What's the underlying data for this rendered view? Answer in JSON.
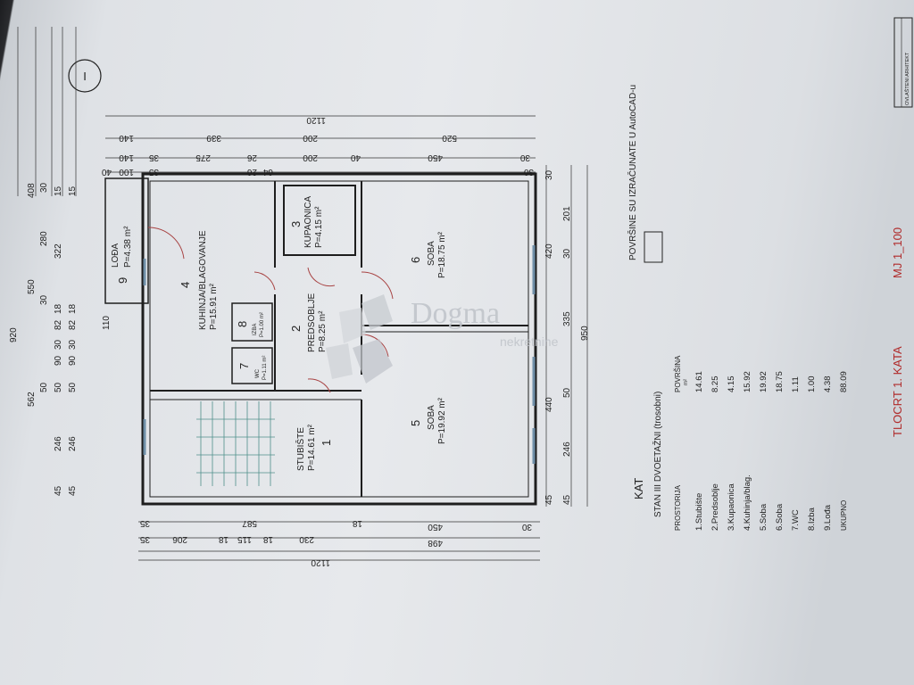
{
  "north_mark": "I",
  "dims_top": {
    "row1": [
      "920"
    ],
    "row2": [
      "562",
      "550",
      "408"
    ],
    "row3": [
      "50",
      "30",
      "280",
      "30"
    ],
    "row4": [
      "45",
      "246",
      "50",
      "90",
      "30",
      "82",
      "18",
      "322",
      "15"
    ],
    "row5": [
      "45",
      "246",
      "50",
      "90",
      "30",
      "82",
      "18",
      "110",
      "15"
    ]
  },
  "dims_bottom": {
    "row1": [
      "45",
      "45",
      "246",
      "50",
      "440",
      "335",
      "201",
      "30"
    ],
    "row2": [
      "420",
      "30",
      "950"
    ]
  },
  "dims_left": {
    "row1": [
      "1120"
    ],
    "row2": [
      "140",
      "339",
      "200",
      "520"
    ],
    "row3": [
      "140",
      "35",
      "275",
      "26",
      "200",
      "450",
      "30"
    ],
    "row4": [
      "35",
      "100",
      "40",
      "26",
      "64",
      "40"
    ],
    "row5": [
      "30"
    ]
  },
  "dims_right": {
    "row1": [
      "35",
      "587",
      "18",
      "30"
    ],
    "row2": [
      "35",
      "206",
      "18",
      "115",
      "18",
      "230",
      "450"
    ],
    "row3": [
      "498"
    ],
    "row4": [
      "1120"
    ]
  },
  "rooms": [
    {
      "num": "9",
      "name": "LOĐA",
      "area": "P=4.38 m²"
    },
    {
      "num": "4",
      "name": "KUHINJA/BLAGOVANJE",
      "area": "P=15.91 m²"
    },
    {
      "num": "3",
      "name": "KUPAONICA",
      "area": "P=4.15 m²"
    },
    {
      "num": "6",
      "name": "SOBA",
      "area": "P=18.75 m²"
    },
    {
      "num": "8",
      "name": "IZBA",
      "area": "P=1.00 m²"
    },
    {
      "num": "2",
      "name": "PREDSOBLJE",
      "area": "P=8.25 m²"
    },
    {
      "num": "7",
      "name": "WC",
      "area": "P=1.11 m²"
    },
    {
      "num": "5",
      "name": "SOBA",
      "area": "P=19.92 m²"
    },
    {
      "num": "1",
      "name": "STUBIŠTE",
      "area": "P=14.61 m²"
    }
  ],
  "watermark": {
    "brand": "Dogma",
    "sub": "nekretnine"
  },
  "legend": {
    "title": "KAT",
    "subtitle": "STAN III  DVOETAŽNI   (trosobni)",
    "col_room": "PROSTORIJA",
    "col_area": "POVRŠINA",
    "col_area_unit": "m²",
    "rows": [
      {
        "room": "1.Stubište",
        "area": "14.61"
      },
      {
        "room": "2.Predsoblje",
        "area": "8.25"
      },
      {
        "room": "3.Kupaonica",
        "area": "4.15"
      },
      {
        "room": "4.Kuhinja/blag.",
        "area": "15.92"
      },
      {
        "room": "5.Soba",
        "area": "19.92"
      },
      {
        "room": "6.Soba",
        "area": "18.75"
      },
      {
        "room": "7.WC",
        "area": "1.11"
      },
      {
        "room": "8.Izba",
        "area": "1.00"
      },
      {
        "room": "9.Lođa",
        "area": "4.38"
      },
      {
        "room": "UKUPNO",
        "area": "88.09"
      }
    ]
  },
  "note": "POVRŠINE SU IZRAČUNATE U AutoCAD-u",
  "footer": {
    "title": "TLOCRT 1. KATA",
    "scale": "MJ 1_100"
  },
  "stamp": "OVLAŠTENI ARHITEKT",
  "colors": {
    "paper": "#e4e6e9",
    "ink": "#222222",
    "red_text": "#b02a2a",
    "window_blue": "#6f8fa8"
  }
}
